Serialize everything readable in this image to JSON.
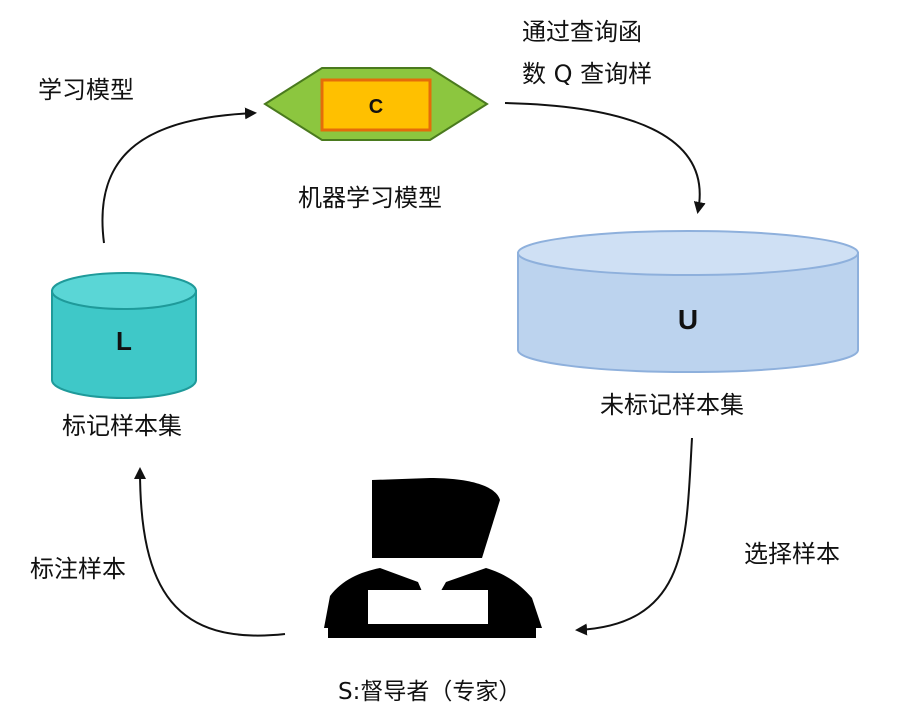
{
  "nodes": {
    "model": {
      "letter": "C",
      "caption": "机器学习模型",
      "fill_outer": "#8cc63f",
      "fill_inner": "#ffc000",
      "stroke_inner": "#e46c0a"
    },
    "labeled": {
      "letter": "L",
      "caption": "标记样本集",
      "fill": "#3fc8c8",
      "fill_top": "#5ad6d6"
    },
    "unlabeled": {
      "letter": "U",
      "caption": "未标记样本集",
      "fill": "#bcd3ee",
      "stroke": "#8eb0dc"
    },
    "supervisor": {
      "caption": "S:督导者（专家）",
      "icon": "person-at-laptop-icon"
    }
  },
  "edges": {
    "learn": "学习模型",
    "query_line1": "通过查询函",
    "query_line2": "数 Q 查询样",
    "select": "选择样本",
    "annotate": "标注样本"
  }
}
